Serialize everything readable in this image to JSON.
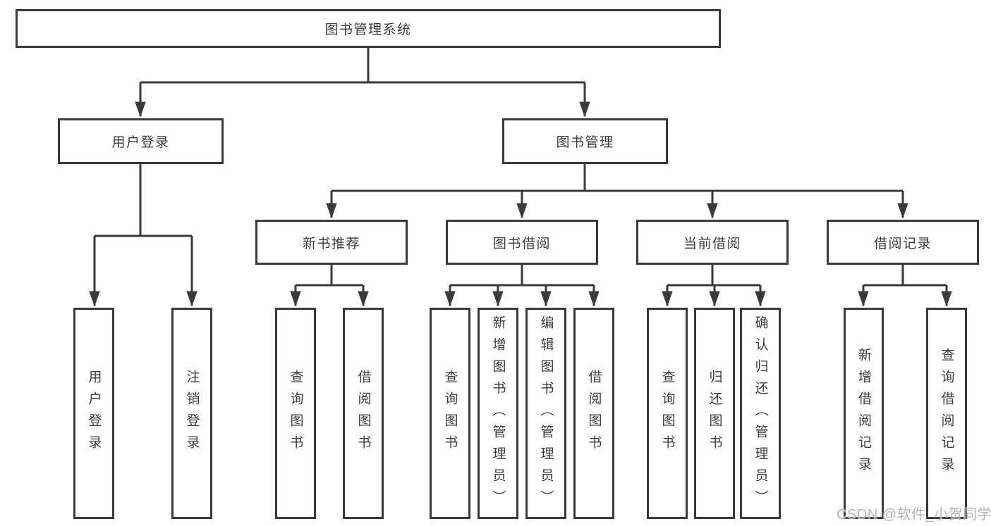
{
  "diagram": {
    "root": {
      "label": "图书管理系统"
    },
    "level2": [
      {
        "label": "用户登录"
      },
      {
        "label": "图书管理"
      }
    ],
    "level3": [
      {
        "label": "新书推荐"
      },
      {
        "label": "图书借阅"
      },
      {
        "label": "当前借阅"
      },
      {
        "label": "借阅记录"
      }
    ],
    "level4": [
      {
        "label": "用户登录",
        "parent": "用户登录"
      },
      {
        "label": "注销登录",
        "parent": "用户登录"
      },
      {
        "label": "查询图书",
        "parent": "新书推荐"
      },
      {
        "label": "借阅图书",
        "parent": "新书推荐"
      },
      {
        "label": "查询图书",
        "parent": "图书借阅"
      },
      {
        "label": "新增图书（管理员）",
        "parent": "图书借阅"
      },
      {
        "label": "编辑图书（管理员）",
        "parent": "图书借阅"
      },
      {
        "label": "借阅图书",
        "parent": "图书借阅"
      },
      {
        "label": "查询图书",
        "parent": "当前借阅"
      },
      {
        "label": "归还图书",
        "parent": "当前借阅"
      },
      {
        "label": "确认归还（管理员）",
        "parent": "当前借阅"
      },
      {
        "label": "新增借阅记录",
        "parent": "借阅记录"
      },
      {
        "label": "查询借阅记录",
        "parent": "借阅记录"
      }
    ]
  },
  "watermark": {
    "text": "CSDN @软件_小贺同学"
  },
  "colors": {
    "line": "#3a3a3a",
    "text": "#3c3c3c",
    "watermark": "#b5b5b5",
    "background": "#ffffff"
  }
}
